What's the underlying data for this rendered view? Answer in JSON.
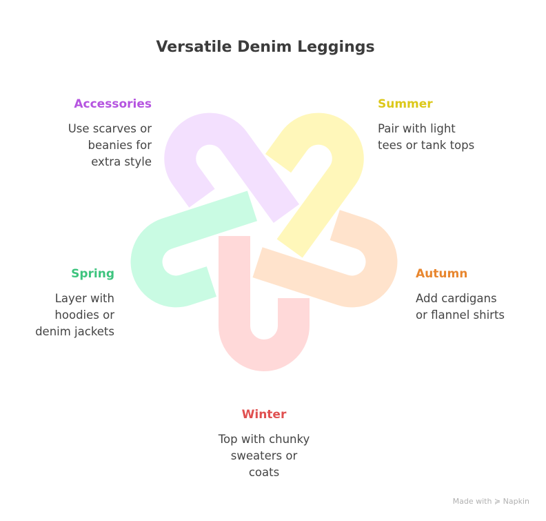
{
  "title": "Versatile Denim Leggings",
  "items": {
    "accessories": {
      "label": "Accessories",
      "desc": [
        "Use scarves or",
        "beanies for",
        "extra style"
      ],
      "color": "#B554E0",
      "fill": "#F3E0FE"
    },
    "summer": {
      "label": "Summer",
      "desc": [
        "Pair with light",
        "tees or tank tops"
      ],
      "color": "#DCC81A",
      "fill": "#FFF7BA"
    },
    "autumn": {
      "label": "Autumn",
      "desc": [
        "Add cardigans",
        "or flannel shirts"
      ],
      "color": "#E8862E",
      "fill": "#FFE3CC"
    },
    "winter": {
      "label": "Winter",
      "desc": [
        "Top with chunky",
        "sweaters or",
        "coats"
      ],
      "color": "#E05050",
      "fill": "#FFD9D9"
    },
    "spring": {
      "label": "Spring",
      "desc": [
        "Layer with",
        "hoodies or",
        "denim jackets"
      ],
      "color": "#3DC47E",
      "fill": "#C9FBE3"
    }
  },
  "footer": "Made with ≽ Napkin"
}
